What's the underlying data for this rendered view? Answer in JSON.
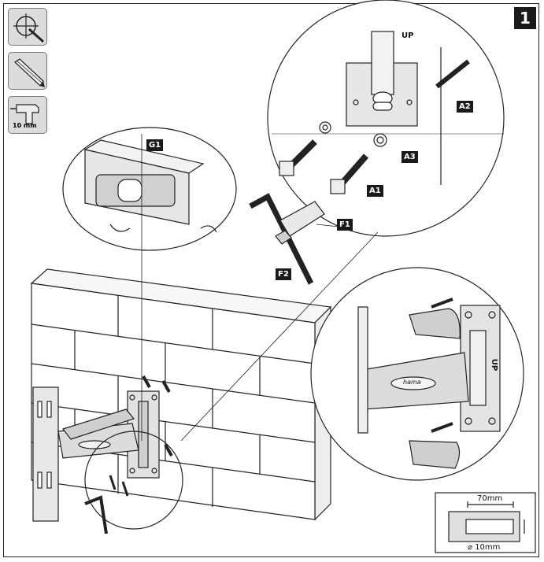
{
  "step": {
    "number": "1"
  },
  "tools": [
    {
      "icon": "level-marking-icon",
      "label": ""
    },
    {
      "icon": "pencil-icon",
      "label": ""
    },
    {
      "icon": "drill-icon",
      "label": "10 mm"
    }
  ],
  "callouts": {
    "g1": "G1",
    "a1": "A1",
    "a2": "A2",
    "a3": "A3",
    "f1": "F1",
    "f2": "F2"
  },
  "bracket": {
    "up_mark": "UP",
    "brand": "hama"
  },
  "drill_inset": {
    "depth": "70mm",
    "diameter": "⌀ 10mm"
  },
  "colors": {
    "line": "#222222",
    "fill_grey": "#d8d8d8",
    "dark": "#1a1a1a"
  }
}
